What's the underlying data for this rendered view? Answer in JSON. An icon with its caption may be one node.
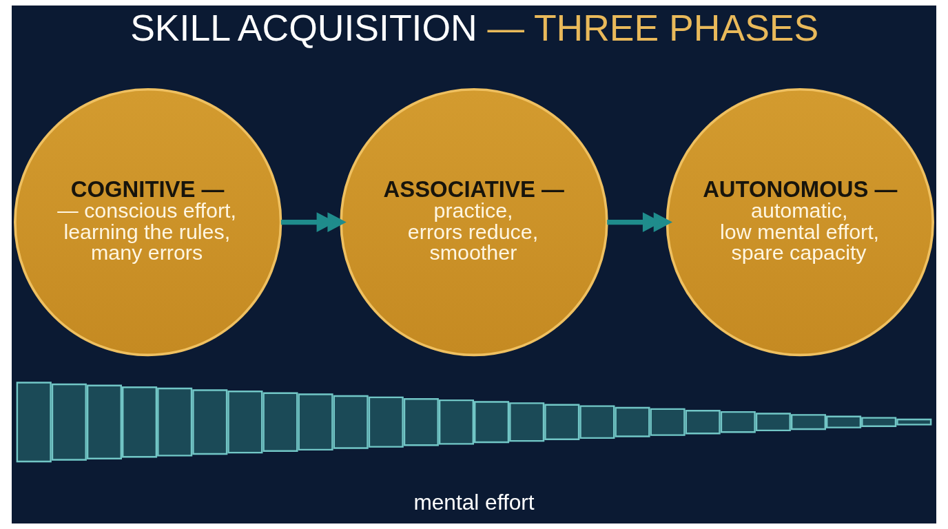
{
  "diagram": {
    "title": "SKILL ACQUISITION — THREE PHASES",
    "nodes": [
      {
        "text": [
          "COGNITIVE —",
          "— conscious effort, learning the rules, many errors"
        ]
      },
      {
        "text": [
          "ASSOCIATIVE —",
          "practice, errors reduce, smoother"
        ]
      },
      {
        "text": [
          "AUTONOMOUS —",
          "automatic, low mental effort, spare capacity"
        ]
      },
      {
        "text": [],
        "shape": "chart"
      }
    ],
    "edges": [
      {
        "from": 0,
        "to": 1,
        "arrow": "to"
      },
      {
        "from": 1,
        "to": 2,
        "arrow": "to"
      }
    ],
    "labels": [
      "mental effort"
    ]
  }
}
